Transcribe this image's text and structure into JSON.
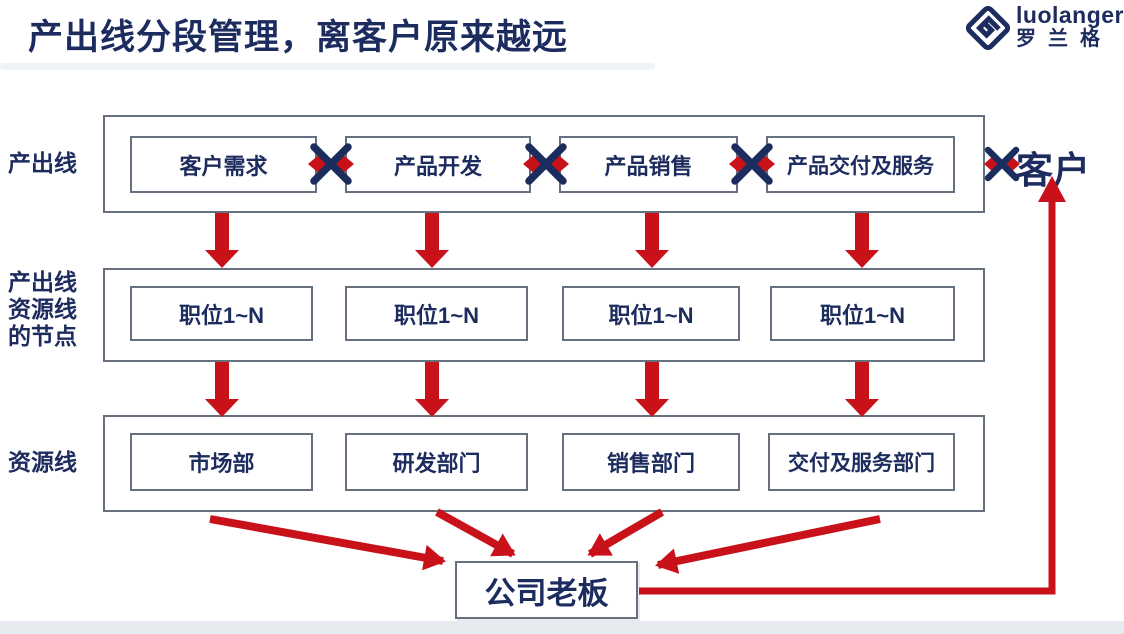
{
  "slide": {
    "title": "产出线分段管理，离客户原来越远"
  },
  "logo": {
    "brand": "luolanger",
    "brand_cn": "罗兰格"
  },
  "bands": {
    "output_line": {
      "label": "产出线",
      "boxes": [
        "客户需求",
        "产品开发",
        "产品销售",
        "产品交付及服务"
      ]
    },
    "nodes": {
      "label": "产出线\n资源线\n的节点",
      "boxes": [
        "职位1~N",
        "职位1~N",
        "职位1~N",
        "职位1~N"
      ]
    },
    "resource_line": {
      "label": "资源线",
      "boxes": [
        "市场部",
        "研发部门",
        "销售部门",
        "交付及服务部门"
      ]
    }
  },
  "endpoints": {
    "customer": "客户",
    "boss": "公司老板"
  },
  "icons": {
    "logo_mark": "diamond-g-icon",
    "segment_break": "crossed-double-arrow-icon",
    "flow_down": "red-down-arrow-icon",
    "converge": "red-converge-arrow-icon",
    "boss_to_customer": "red-elbow-up-arrow-icon"
  },
  "colors": {
    "navy": "#1d2c5e",
    "red": "#c9111a",
    "border": "#66707f"
  }
}
